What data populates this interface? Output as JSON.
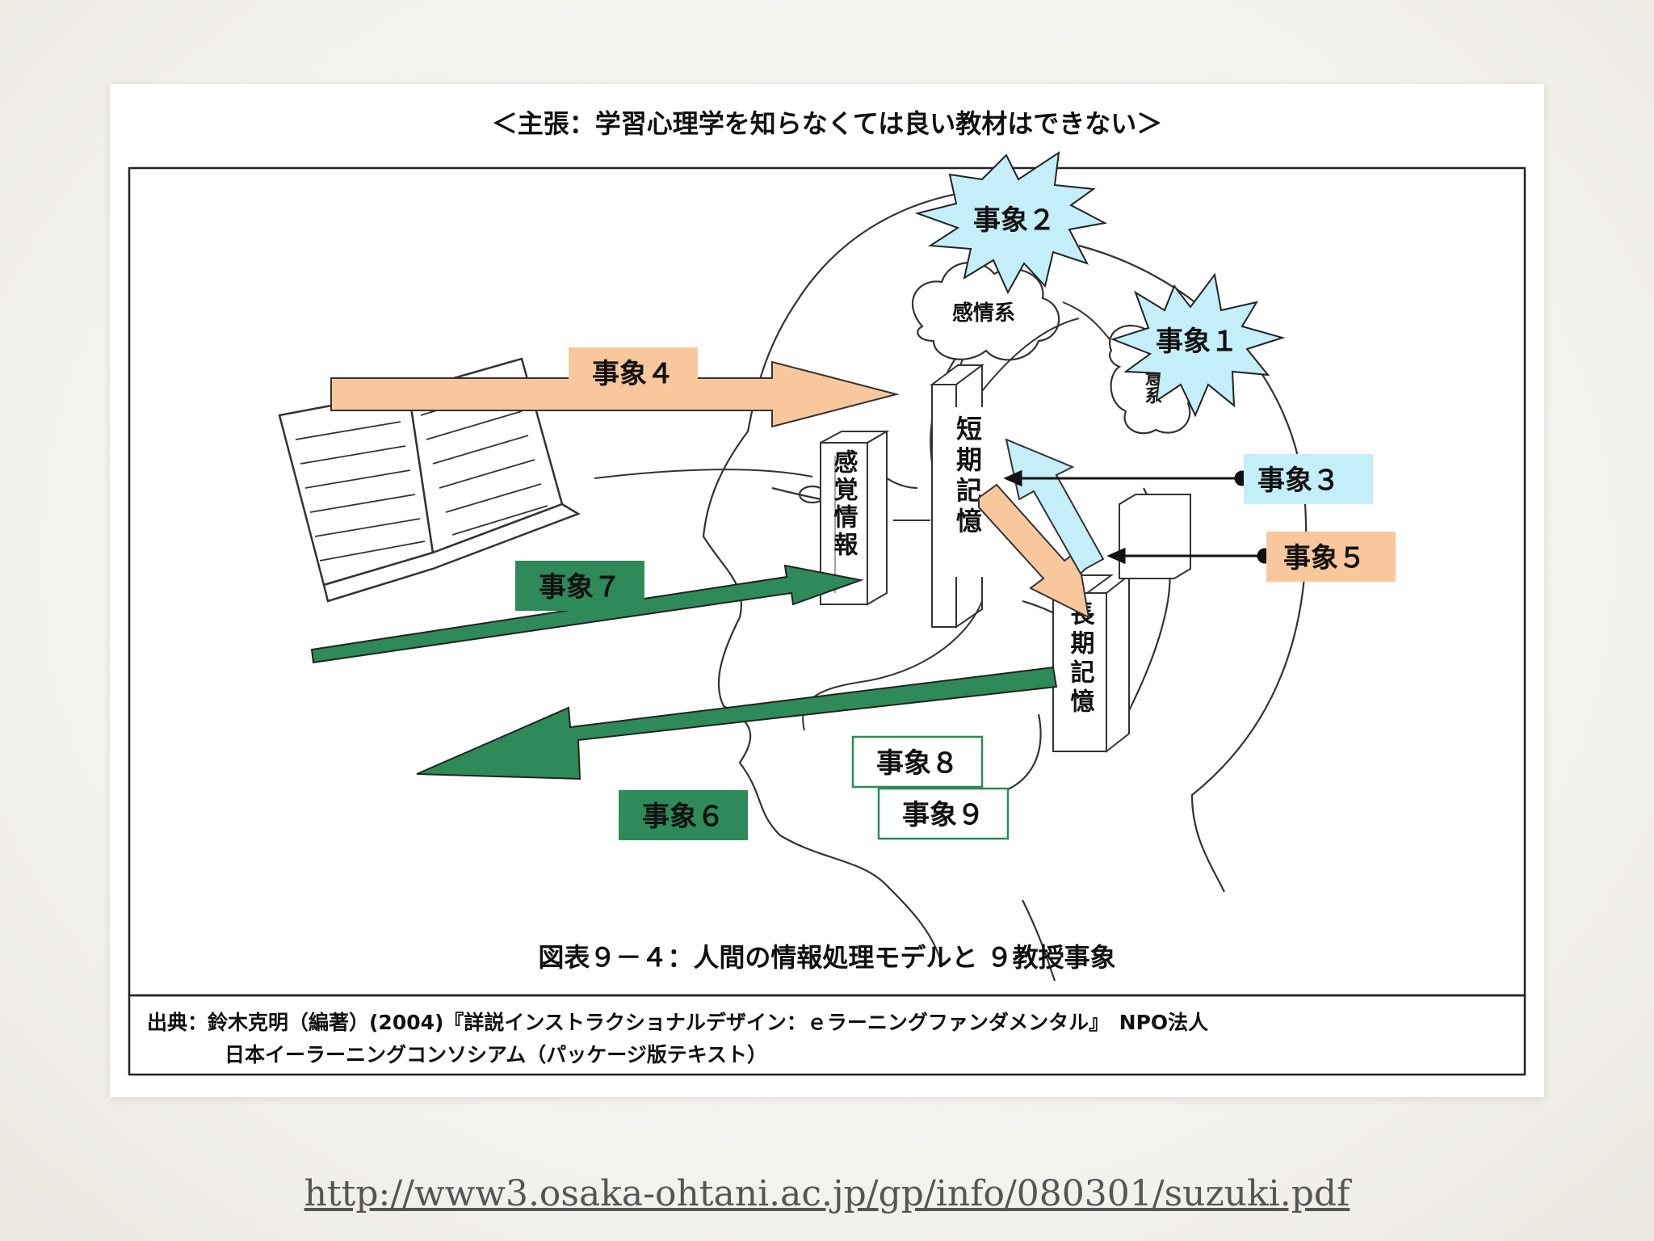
{
  "slide_title": "＜主張：学習心理学を知らなくては良い教材はできない＞",
  "figure_caption": "図表９－４：人間の情報処理モデルと ９教授事象",
  "citation": {
    "line1": "出典：鈴木克明（編著）(2004)『詳説インストラクショナルデザイン：ｅラーニングファンダメンタル』　NPO法人",
    "line2": "日本イーラーニングコンソシアム（パッケージ版テキスト）"
  },
  "memory_labels": {
    "sensory": "感覚情報",
    "short_term": "短期記憶",
    "long_term": "長期記憶",
    "emotion": "感情系",
    "attention": "注意系"
  },
  "events": {
    "e1": "事象１",
    "e2": "事象２",
    "e3": "事象３",
    "e4": "事象４",
    "e5": "事象５",
    "e6": "事象６",
    "e7": "事象７",
    "e8": "事象８",
    "e9": "事象９"
  },
  "colors": {
    "orange": "#f8c89c",
    "light_blue": "#c4eff8",
    "green": "#2e8a58",
    "green_box_text": "#ffffff",
    "line": "#222222"
  },
  "source_url": "http://www3.osaka-ohtani.ac.jp/gp/info/080301/suzuki.pdf"
}
